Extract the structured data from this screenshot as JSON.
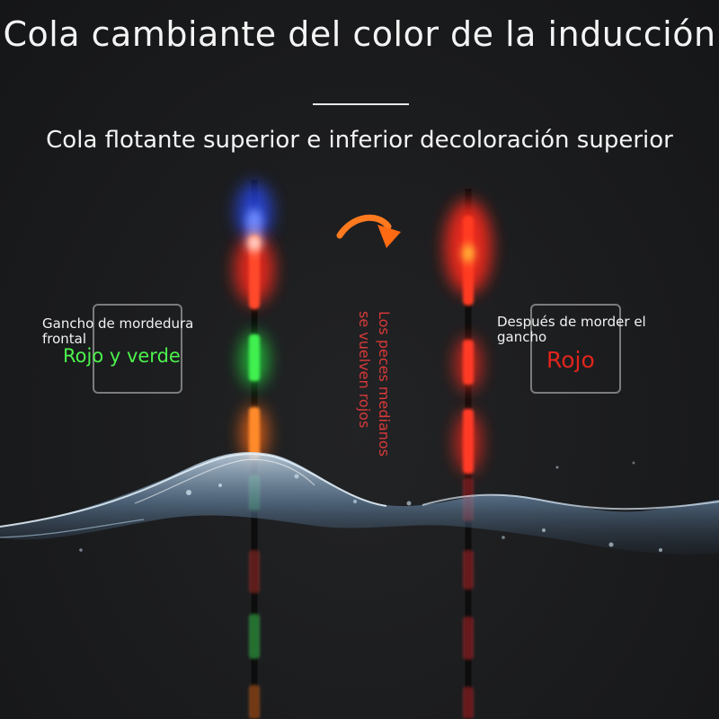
{
  "title": "Cola cambiante del color de la inducción",
  "subtitle": "Cola flotante superior e inferior decoloración superior",
  "left_panel": {
    "label": "Gancho de mordedura frontal",
    "color_text": "Rojo y verde"
  },
  "right_panel": {
    "label": "Después de morder el gancho",
    "color_text": "Rojo"
  },
  "middle_note": "Los peces medianos se vuelven rojos",
  "colors": {
    "background": "#1b1c1e",
    "glow_red": "#ff2a1a",
    "glow_green": "#2ee04a",
    "glow_blue": "#2a5bff",
    "glow_orange": "#ff7a1a",
    "arrow_orange": "#ff7a1f",
    "water": "#9fc3e0"
  },
  "icons": {
    "arrow": "curved-arrow-icon",
    "left_float": "fishing-float-icon",
    "right_float": "fishing-float-icon"
  }
}
